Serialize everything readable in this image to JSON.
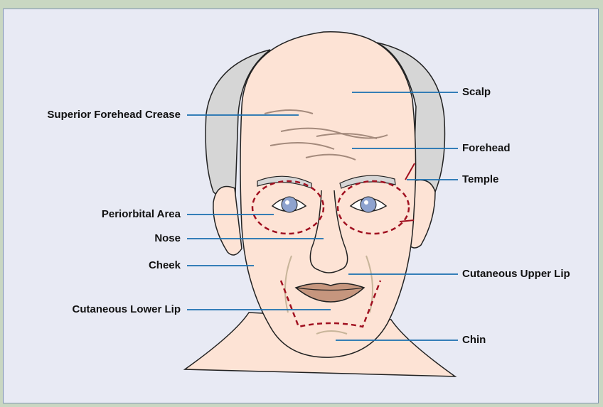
{
  "labels": {
    "scalp": "Scalp",
    "superior_forehead_crease": "Superior Forehead Crease",
    "forehead": "Forehead",
    "temple": "Temple",
    "periorbital_area": "Periorbital Area",
    "nose": "Nose",
    "cheek": "Cheek",
    "cutaneous_upper_lip": "Cutaneous Upper Lip",
    "cutaneous_lower_lip": "Cutaneous Lower Lip",
    "chin": "Chin"
  },
  "colors": {
    "background_outer": "#c9d7c2",
    "panel": "#e8eaf4",
    "skin": "#fde3d5",
    "hair": "#d6d6d6",
    "leader_line": "#1a6fb0",
    "dashed_region": "#a01020",
    "wrinkle": "#a48a7c"
  }
}
